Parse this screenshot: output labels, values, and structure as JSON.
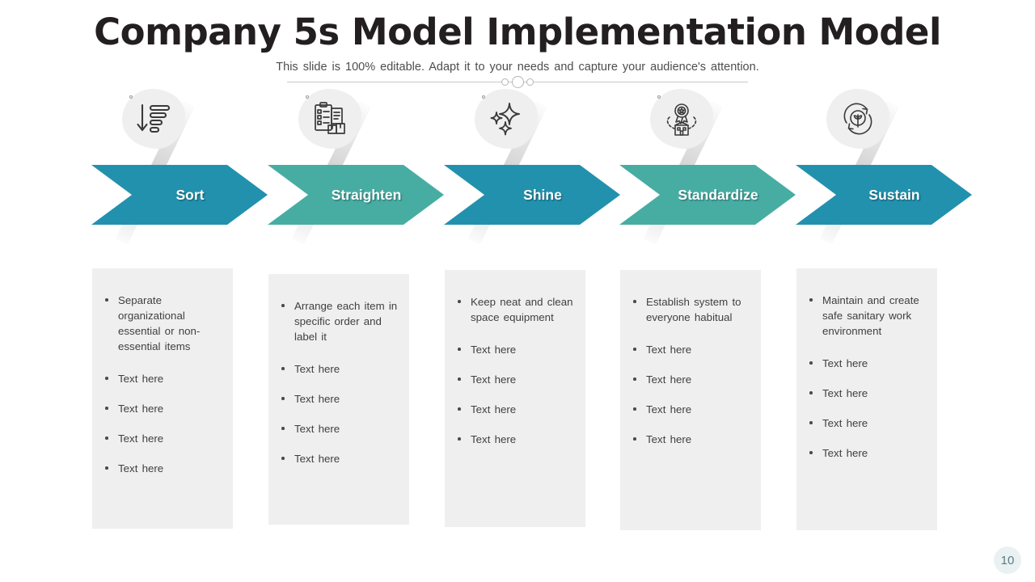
{
  "header": {
    "title": "Company 5s Model Implementation Model",
    "subtitle": "This slide is 100% editable. Adapt it to your needs and capture your audience's attention."
  },
  "colors": {
    "teal_blue": "#2291ad",
    "teal_green": "#47ada3",
    "panel_bg": "#efefef",
    "title_color": "#231f20",
    "body_text": "#404040"
  },
  "footer": {
    "page_number": "10"
  },
  "columns": [
    {
      "id": "sort",
      "label": "Sort",
      "color": "#2291ad",
      "icon": "sort-descending-icon",
      "bullets": [
        "Separate organizational essential or non-essential items",
        "Text here",
        "Text here",
        "Text here",
        "Text here"
      ]
    },
    {
      "id": "straighten",
      "label": "Straighten",
      "color": "#47ada3",
      "icon": "clipboard-checklist-boxes-icon",
      "bullets": [
        "Arrange each item in specific order and label it",
        "Text here",
        "Text here",
        "Text here",
        "Text here"
      ]
    },
    {
      "id": "shine",
      "label": "Shine",
      "color": "#2291ad",
      "icon": "sparkles-icon",
      "bullets": [
        "Keep neat and clean space equipment",
        "Text here",
        "Text here",
        "Text here",
        "Text here"
      ]
    },
    {
      "id": "standardize",
      "label": "Standardize",
      "color": "#47ada3",
      "icon": "award-ribbon-building-icon",
      "bullets": [
        "Establish system to everyone habitual",
        "Text here",
        "Text here",
        "Text here",
        "Text here"
      ]
    },
    {
      "id": "sustain",
      "label": "Sustain",
      "color": "#2291ad",
      "icon": "recycle-plant-icon",
      "bullets": [
        "Maintain and create safe sanitary work environment",
        "Text here",
        "Text here",
        "Text here",
        "Text here"
      ]
    }
  ]
}
